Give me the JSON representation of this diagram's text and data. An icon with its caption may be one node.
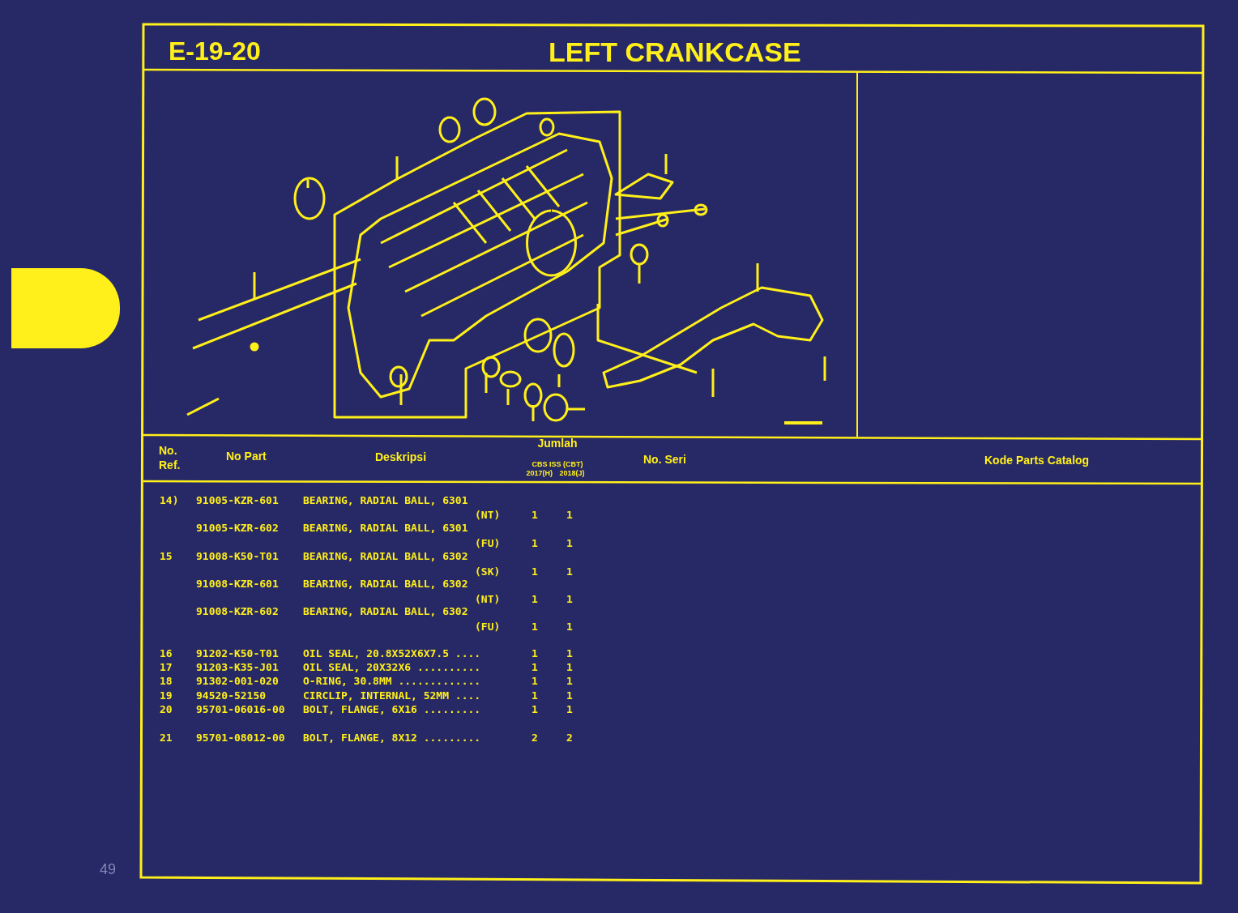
{
  "diagram": {
    "title": "LEFT CRANKCASE",
    "nodes": [
      {
        "text": [],
        "shape": "box"
      }
    ],
    "labels": [
      "E-19-20",
      "No. Ref.",
      "No Part",
      "Deskripsi",
      "Jumlah",
      "CBS ISS (CBT)",
      "2017(H)",
      "2018(J)",
      "No. Seri",
      "Kode Parts Catalog",
      "14)",
      "91005-KZR-601",
      "BEARING, RADIAL BALL, 6301",
      "(NT)",
      "1",
      "1",
      "91005-KZR-602",
      "BEARING, RADIAL BALL, 6301",
      "(FU)",
      "1",
      "1",
      "15",
      "91008-K50-T01",
      "BEARING, RADIAL BALL, 6302",
      "(SK)",
      "1",
      "1",
      "91008-KZR-601",
      "BEARING, RADIAL BALL, 6302",
      "(NT)",
      "1",
      "1",
      "91008-KZR-602",
      "BEARING, RADIAL BALL, 6302",
      "(FU)",
      "1",
      "1",
      "16",
      "91202-K50-T01",
      "OIL SEAL, 20.8X52X6X7.5 ....",
      "1",
      "1",
      "17",
      "91203-K35-J01",
      "OIL SEAL, 20X32X6 ..........",
      "1",
      "1",
      "18",
      "91302-001-020",
      "O-RING, 30.8MM .............",
      "1",
      "1",
      "19",
      "94520-52150",
      "CIRCLIP, INTERNAL, 52MM ....",
      "1",
      "1",
      "20",
      "95701-06016-00",
      "BOLT, FLANGE, 6X16 .........",
      "1",
      "1",
      "21",
      "95701-08012-00",
      "BOLT, FLANGE, 8X12 .........",
      "2",
      "2",
      "49"
    ]
  }
}
